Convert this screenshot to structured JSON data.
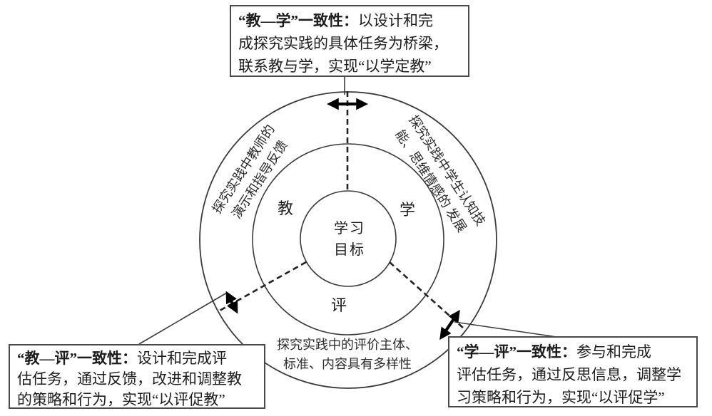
{
  "boxes": {
    "top": {
      "title": "“教—学”一致性：",
      "l1": "以设计和完",
      "l2": "成探究实践的具体任务为桥梁，",
      "l3": "联系教与学，实现“以学定教”"
    },
    "left": {
      "title": "“教—评”一致性：",
      "l1": "设计和完成评",
      "l2": "估任务，通过反馈，改进和调整教",
      "l3": "的策略和行为，实现“以评促教”"
    },
    "right": {
      "title": "“学—评”一致性：",
      "l1": "参与和完成",
      "l2": "评估任务，通过反思信息，调整学",
      "l3": "习策略和行为，实现“以评促学”"
    }
  },
  "outer_ring": {
    "teacher_arc": {
      "l1": "探究实践中教师的",
      "l2": "演示和指导反馈"
    },
    "student_arc": {
      "l1": "探究实践中学生认知技",
      "l2": "能、思维情感的 发展"
    },
    "evaluation_arc": {
      "l1": "探究实践中的评价主体、",
      "l2": "标准、内容具有多样性"
    }
  },
  "middle_ring": {
    "teach": "教",
    "learn": "学",
    "evaluate": "评"
  },
  "center_circle": {
    "l1": "学习",
    "l2": "目标"
  },
  "colors": {
    "line": "#3a3a3a",
    "dash": "#222222",
    "arrow": "#000000",
    "border": "#4a4a4a",
    "text": "#1c1c1c"
  }
}
